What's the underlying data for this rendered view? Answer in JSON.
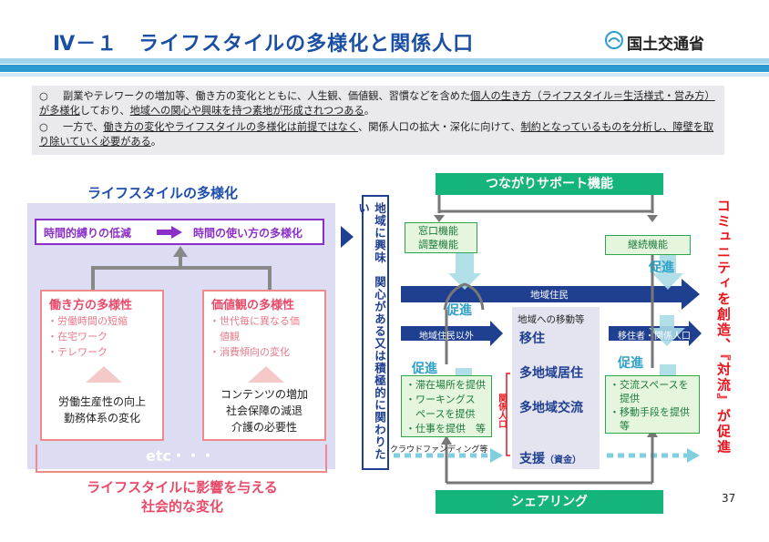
{
  "header": {
    "title": "Ⅳ－１　ライフスタイルの多様化と関係人口",
    "logo_text": "国土交通省",
    "page_number": "37"
  },
  "intro": {
    "bullets": [
      {
        "mark": "○",
        "parts": [
          {
            "text": "副業やテレワークの増加等、働き方の変化とともに、人生観、価値観、習慣などを含めた",
            "underline": false
          },
          {
            "text": "個人の生き方（ライフスタイル＝生活様式・営み方）が多様化",
            "underline": true
          },
          {
            "text": "しており、",
            "underline": false
          },
          {
            "text": "地域への関心や興味を持つ素地が形成されつつある",
            "underline": true
          },
          {
            "text": "。",
            "underline": false
          }
        ]
      },
      {
        "mark": "○",
        "parts": [
          {
            "text": "一方で、",
            "underline": false
          },
          {
            "text": "働き方の変化やライフスタイルの多様化は前提ではなく",
            "underline": true
          },
          {
            "text": "、関係人口の拡大・深化に向けて、",
            "underline": false
          },
          {
            "text": "制約となっているものを分析し、障壁を取り除いていく必要がある",
            "underline": true
          },
          {
            "text": "。",
            "underline": false
          }
        ]
      }
    ]
  },
  "lifestyle": {
    "title": "ライフスタイルの多様化",
    "top_left": "時間的縛りの低減",
    "top_right": "時間の使い方の多様化",
    "left_box": {
      "title": "働き方の多様性",
      "items": [
        "・労働時間の短縮",
        "・在宅ワーク",
        "・テレワーク"
      ],
      "factor": [
        "労働生産性の向上",
        "勤務体系の変化"
      ]
    },
    "right_box": {
      "title": "価値観の多様性",
      "items": [
        "・世代毎に異なる価",
        "　値観",
        "・消費傾向の変化"
      ],
      "factor": [
        "コンテンツの増加",
        "社会保障の減退",
        "介護の必要性"
      ]
    },
    "etc": "etc・・・",
    "bottom_caption": [
      "ライフスタイルに影響を与える",
      "社会的な変化"
    ]
  },
  "vertical_label": "地域に興味　関心がある又は積極的に関わりたい",
  "support": {
    "header": "つながりサポート機能",
    "window": [
      "窓口機能",
      "調整機能"
    ],
    "continuation": "継続機能",
    "promote": "促進",
    "residents": "地域住民",
    "non_residents": "地域住民以外",
    "movement_label": "地域への移動等",
    "movers": "移住者・関係人口",
    "moves": [
      "移住",
      "多地域居住",
      "多地域交流"
    ],
    "support_label": "支援",
    "support_sub": "（資金）",
    "kankei": "関係人口",
    "left_list": [
      "・滞在場所を提供",
      "・ワーキングス",
      "　ペースを提供",
      "・仕事を提供　等"
    ],
    "right_list": [
      "・交流スペースを",
      "　提供",
      "・移動手段を提供",
      "　等"
    ],
    "crowdfunding": "クラウドファンディング等",
    "sharing": "シェアリング"
  },
  "right_vertical": "コミュニティを創造、『対流』が促進",
  "colors": {
    "title_blue": "#1a4fa3",
    "green": "#15b47a",
    "navy": "#1f3f90",
    "pink": "#e84b6a",
    "purple": "#8b2fc9",
    "red": "#e8141c"
  }
}
